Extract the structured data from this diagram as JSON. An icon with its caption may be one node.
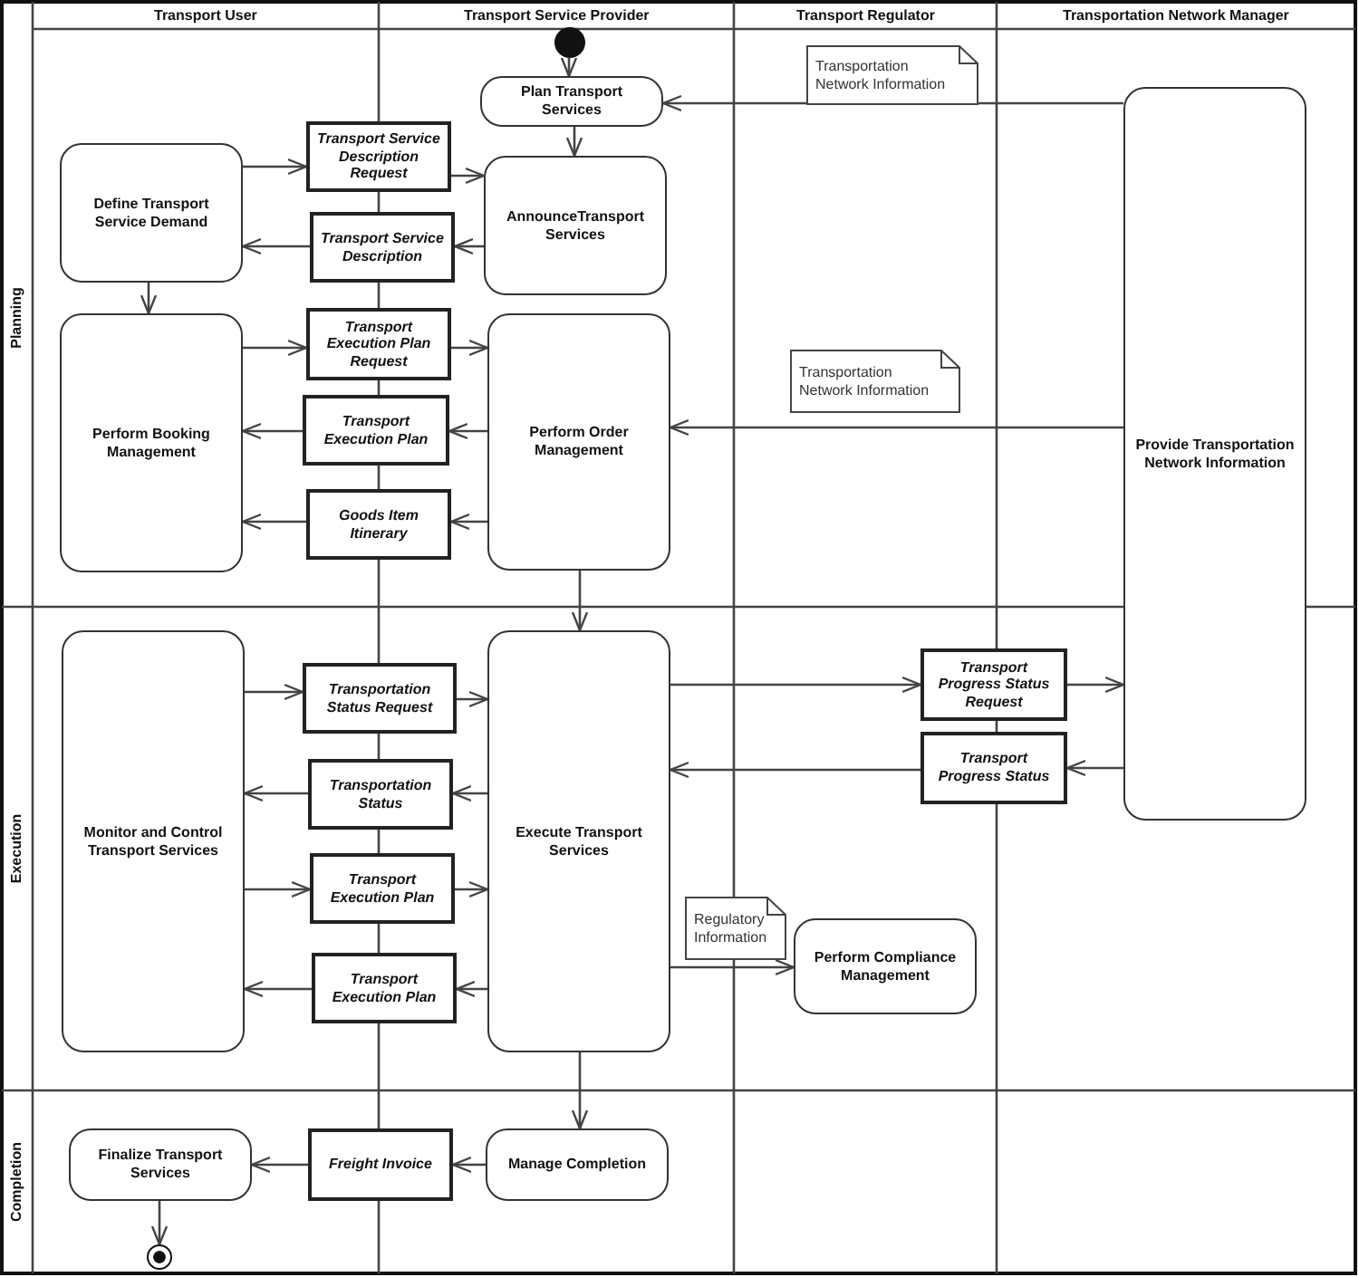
{
  "diagram": {
    "nodes": [
      {
        "text": [],
        "shape": "circle"
      },
      {
        "text": [
          "Plan Transport Services"
        ]
      },
      {
        "text": [
          "Transportation Network Information"
        ]
      },
      {
        "text": [
          "Define Transport Service Demand"
        ]
      },
      {
        "text": [
          "Transport Service Description Request"
        ]
      },
      {
        "text": [
          "AnnounceTransport Services"
        ]
      },
      {
        "text": [
          "Transport Service Description"
        ]
      },
      {
        "text": [
          "Provide Transportation Network Information"
        ]
      },
      {
        "text": [
          "Transport Execution Plan Request"
        ]
      },
      {
        "text": [
          "Perform Booking Management"
        ]
      },
      {
        "text": [
          "Perform Order Management"
        ]
      },
      {
        "text": [
          "Transportation Network Information"
        ]
      },
      {
        "text": [
          "Transport Execution Plan"
        ]
      },
      {
        "text": [
          "Goods Item Itinerary"
        ]
      },
      {
        "text": [
          "Monitor and Control Transport Services"
        ]
      },
      {
        "text": [
          "Execute Transport Services"
        ]
      },
      {
        "text": [
          "Transportation Status Request"
        ]
      },
      {
        "text": [
          "Transport Progress Status Request"
        ]
      },
      {
        "text": [
          "Transportation Status"
        ]
      },
      {
        "text": [
          "Transport Progress Status"
        ]
      },
      {
        "text": [
          "Transport Execution Plan"
        ]
      },
      {
        "text": [
          "Regulatory Information"
        ]
      },
      {
        "text": [
          "Perform Compliance Management"
        ]
      },
      {
        "text": [
          "Transport Execution Plan"
        ]
      },
      {
        "text": [
          "Finalize Transport Services"
        ]
      },
      {
        "text": [
          "Freight Invoice"
        ]
      },
      {
        "text": [
          "Manage Completion"
        ]
      },
      {
        "text": [],
        "shape": "circle"
      }
    ],
    "edges": [
      {
        "from": 0,
        "to": 1,
        "arrow": "to"
      },
      {
        "from": 7,
        "to": 1,
        "arrow": "to"
      },
      {
        "from": 1,
        "to": 5,
        "arrow": "to"
      },
      {
        "from": 3,
        "to": 4,
        "arrow": "to"
      },
      {
        "from": 4,
        "to": 5,
        "arrow": "to"
      },
      {
        "from": 5,
        "to": 6,
        "arrow": "to"
      },
      {
        "from": 6,
        "to": 3,
        "arrow": "to"
      },
      {
        "from": 3,
        "to": 9,
        "arrow": "to"
      },
      {
        "from": 9,
        "to": 8,
        "arrow": "to"
      },
      {
        "from": 8,
        "to": 10,
        "arrow": "to"
      },
      {
        "from": 10,
        "to": 12,
        "arrow": "to"
      },
      {
        "from": 12,
        "to": 9,
        "arrow": "to"
      },
      {
        "from": 10,
        "to": 13,
        "arrow": "to"
      },
      {
        "from": 13,
        "to": 9,
        "arrow": "to"
      },
      {
        "from": 7,
        "to": 10,
        "arrow": "to"
      },
      {
        "from": 10,
        "to": 15,
        "arrow": "to"
      },
      {
        "from": 14,
        "to": 16,
        "arrow": "to"
      },
      {
        "from": 16,
        "to": 15,
        "arrow": "to"
      },
      {
        "from": 15,
        "to": 17,
        "arrow": "to"
      },
      {
        "from": 17,
        "to": 7,
        "arrow": "to"
      },
      {
        "from": 7,
        "to": 19,
        "arrow": "to"
      },
      {
        "from": 19,
        "to": 15,
        "arrow": "to"
      },
      {
        "from": 15,
        "to": 18,
        "arrow": "to"
      },
      {
        "from": 18,
        "to": 14,
        "arrow": "to"
      },
      {
        "from": 14,
        "to": 20,
        "arrow": "to"
      },
      {
        "from": 20,
        "to": 15,
        "arrow": "to"
      },
      {
        "from": 15,
        "to": 23,
        "arrow": "to"
      },
      {
        "from": 23,
        "to": 14,
        "arrow": "to"
      },
      {
        "from": 15,
        "to": 22,
        "arrow": "to"
      },
      {
        "from": 15,
        "to": 26,
        "arrow": "to"
      },
      {
        "from": 26,
        "to": 25,
        "arrow": "to"
      },
      {
        "from": 25,
        "to": 24,
        "arrow": "to"
      },
      {
        "from": 24,
        "to": 27,
        "arrow": "to"
      }
    ],
    "labels": [
      "Transport User",
      "Transport Service Provider",
      "Transport Regulator",
      "Transportation Network Manager",
      "Planning",
      "Execution",
      "Completion"
    ]
  }
}
